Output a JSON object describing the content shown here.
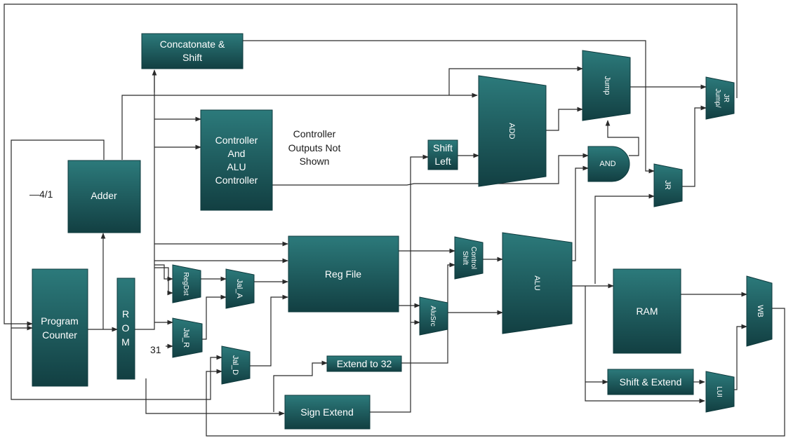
{
  "blocks": {
    "concat_shift": [
      "Concatonate &",
      "Shift"
    ],
    "adder": "Adder",
    "controller": [
      "Controller",
      "And",
      "ALU",
      "Controller"
    ],
    "program_counter": [
      "Program",
      "Counter"
    ],
    "rom": [
      "R",
      "O",
      "M"
    ],
    "reg_file": "Reg File",
    "regdst": "RegDst",
    "jal_a": "Jal_A",
    "jal_r": "Jal_R",
    "jal_d": "Jal_D",
    "extend_32": "Extend to 32",
    "sign_extend": "Sign Extend",
    "shift_left": [
      "Shift",
      "Left"
    ],
    "add": "ADD",
    "jump": "Jump",
    "jump_jr": [
      "Jump/",
      "JR"
    ],
    "and_gate": "AND",
    "jr": "JR",
    "shift_control": [
      "Shift",
      "Control"
    ],
    "alusrc": "AluSrc",
    "alu": "ALU",
    "ram": "RAM",
    "shift_extend": "Shift & Extend",
    "lui": "LUI",
    "wb": "WB"
  },
  "annotations": {
    "controller_note": [
      "Controller",
      "Outputs Not",
      "Shown"
    ],
    "const_4_1": "—4/1",
    "const_31": "31"
  },
  "colors": {
    "block_top": "#2c7a7b",
    "block_bottom": "#123f42",
    "wire": "#2a2a2a"
  }
}
